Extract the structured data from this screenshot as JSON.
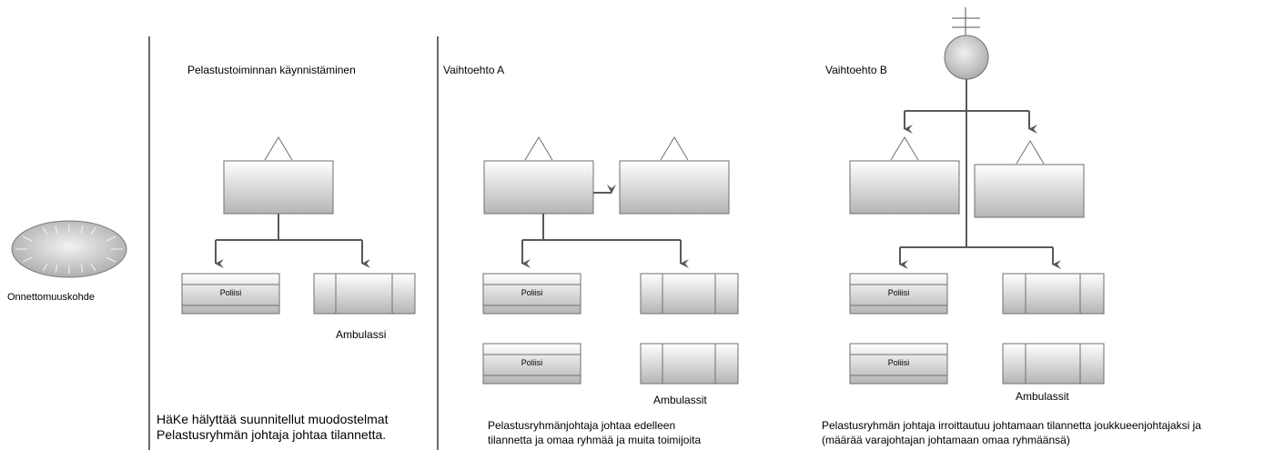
{
  "incident": {
    "label": "Onnettomuuskohde"
  },
  "section1": {
    "title": "Pelastustoiminnan käynnistäminen",
    "police_label": "Poliisi",
    "ambulance_label": "Ambulassi",
    "note_line1": "HäKe hälyttää suunnitellut muodostelmat",
    "note_line2": "Pelastusryhmän johtaja johtaa tilannetta."
  },
  "section2": {
    "title": "Vaihtoehto A",
    "police1_label": "Poliisi",
    "police2_label": "Poliisi",
    "ambulance_label": "Ambulassit",
    "note_line1": "Pelastusryhmänjohtaja johtaa edelleen",
    "note_line2": "tilannetta ja omaa ryhmää ja muita toimijoita"
  },
  "section3": {
    "title": "Vaihtoehto B",
    "police1_label": "Poliisi",
    "police2_label": "Poliisi",
    "ambulance_label": "Ambulassit",
    "note_line1": "Pelastusryhmän johtaja irroittautuu johtamaan tilannetta joukkueenjohtajaksi ja",
    "note_line2": "(määrää varajohtajan johtamaan omaa ryhmäänsä)"
  },
  "colors": {
    "line": "#595959",
    "box_stroke": "#6f6f6f",
    "grad_top": "#ffffff",
    "grad_bottom": "#b8b8b8"
  }
}
